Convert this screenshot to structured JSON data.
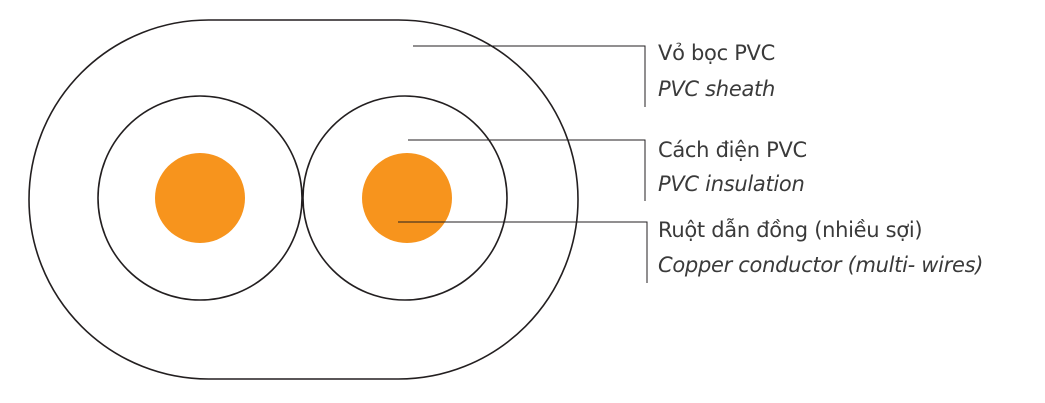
{
  "colors": {
    "copper": "#F7941D",
    "stroke": "#231F20",
    "text": "#3a3a3a"
  },
  "labels": [
    {
      "vi": "Vỏ bọc PVC",
      "en": "PVC sheath"
    },
    {
      "vi": "Cách điện PVC",
      "en": "PVC insulation"
    },
    {
      "vi": "Ruột dẫn đồng (nhiều sợi)",
      "en": "Copper conductor (multi- wires)"
    }
  ]
}
